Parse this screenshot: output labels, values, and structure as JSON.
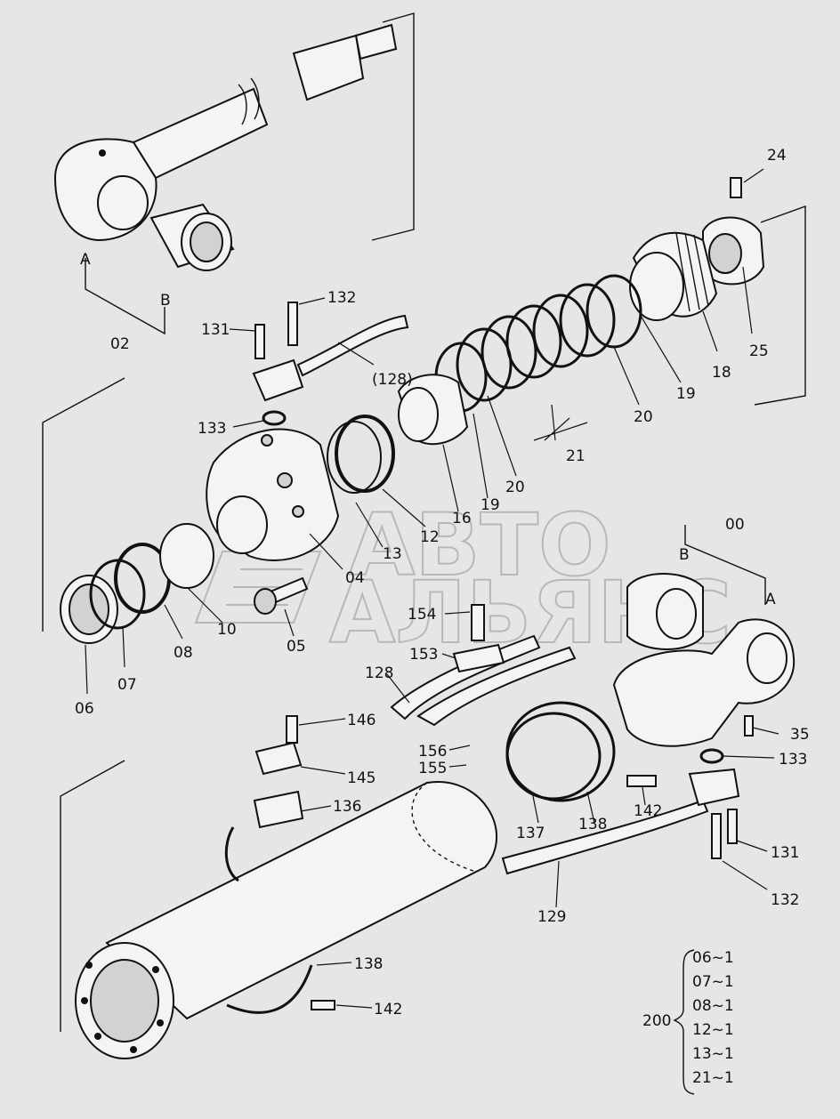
{
  "watermark": {
    "line1": "АВТО",
    "line2": "АЛЬЯНС"
  },
  "labels": {
    "p24": "24",
    "p25": "25",
    "p18": "18",
    "p19a": "19",
    "p20a": "20",
    "p21": "21",
    "p20b": "20",
    "p19b": "19",
    "p16": "16",
    "p12": "12",
    "p13": "13",
    "p04": "04",
    "p05": "05",
    "p10": "10",
    "p08": "08",
    "p07": "07",
    "p06": "06",
    "p02": "02",
    "pA1": "A",
    "pB1": "B",
    "p131a": "131",
    "p132a": "132",
    "p128a": "(128)",
    "p133a": "133",
    "p00": "00",
    "pB2": "B",
    "pA2": "A",
    "p35": "35",
    "p133b": "133",
    "p154": "154",
    "p153": "153",
    "p128b": "128",
    "p156": "156",
    "p155": "155",
    "p137": "137",
    "p138a": "138",
    "p142a": "142",
    "p131b": "131",
    "p132b": "132",
    "p129": "129",
    "p146": "146",
    "p145": "145",
    "p136": "136",
    "p138b": "138",
    "p142b": "142"
  },
  "kit": {
    "code": "200",
    "items": [
      "06~1",
      "07~1",
      "08~1",
      "12~1",
      "13~1",
      "21~1"
    ]
  }
}
